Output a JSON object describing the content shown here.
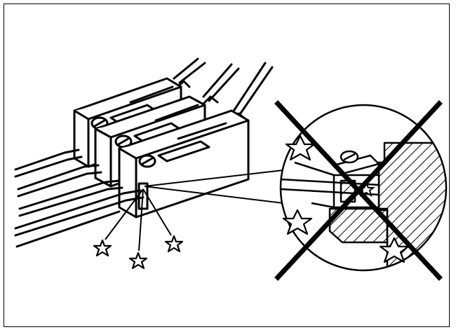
{
  "colors": {
    "ink": "#000000",
    "paper": "#ffffff"
  },
  "diagram": {
    "subject": "terminal-block-wiring-warning",
    "blocks": 3,
    "spark_stars": 3,
    "magnified_spark_stars": 3,
    "prohibition_mark": "x-mark-icon"
  }
}
